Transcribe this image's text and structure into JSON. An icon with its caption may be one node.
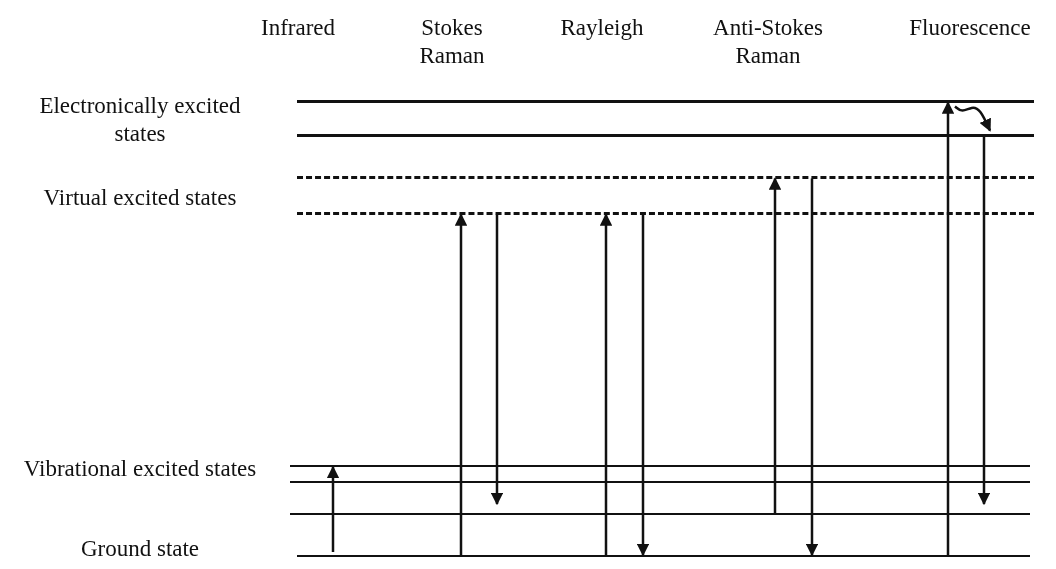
{
  "diagram": {
    "nodes": [
      {
        "text": [],
        "shape": "bar"
      },
      {
        "text": [],
        "shape": "bar"
      },
      {
        "text": [],
        "shape": "bar"
      },
      {
        "text": [],
        "shape": "bar"
      },
      {
        "text": [],
        "shape": "bar"
      },
      {
        "text": [],
        "shape": "bar"
      },
      {
        "text": [],
        "shape": "bar"
      },
      {
        "text": [],
        "shape": "bar"
      }
    ],
    "edges": [
      {
        "from": 7,
        "to": 4,
        "arrow": "to"
      },
      {
        "from": 7,
        "to": 3,
        "arrow": "to"
      },
      {
        "from": 3,
        "to": 6,
        "arrow": "to"
      },
      {
        "from": 7,
        "to": 3,
        "arrow": "to"
      },
      {
        "from": 3,
        "to": 7,
        "arrow": "to"
      },
      {
        "from": 6,
        "to": 2,
        "arrow": "to"
      },
      {
        "from": 2,
        "to": 7,
        "arrow": "to"
      },
      {
        "from": 7,
        "to": 0,
        "arrow": "to"
      },
      {
        "from": 0,
        "to": 1,
        "arrow": "to"
      },
      {
        "from": 1,
        "to": 6,
        "arrow": "to"
      }
    ],
    "labels": [
      "Infrared",
      "Stokes Raman",
      "Rayleigh",
      "Anti-Stokes Raman",
      "Fluorescence",
      "Electronically excited states",
      "Virtual excited states",
      "Vibrational excited states",
      "Ground state"
    ]
  }
}
